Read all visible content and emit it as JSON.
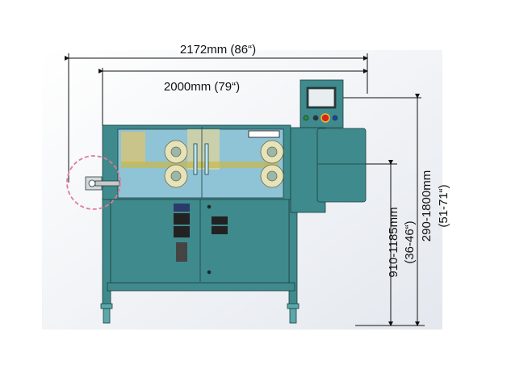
{
  "dimensions": {
    "overall_width": "2172mm (86“)",
    "body_width": "2000mm (79“)",
    "panel_height_mm": "290-1800mm",
    "panel_height_in": "(51-71“)",
    "table_height_mm": "910-1185mm",
    "table_height_in": "(36-46“)"
  },
  "colors": {
    "machine_body": "#3f8a8c",
    "machine_dark": "#2c6a6c",
    "glass_panel": "#8fc3d6",
    "roll": "#e7e2b8",
    "highlight_circle": "#e07a9a",
    "estop": "#d8202a"
  }
}
